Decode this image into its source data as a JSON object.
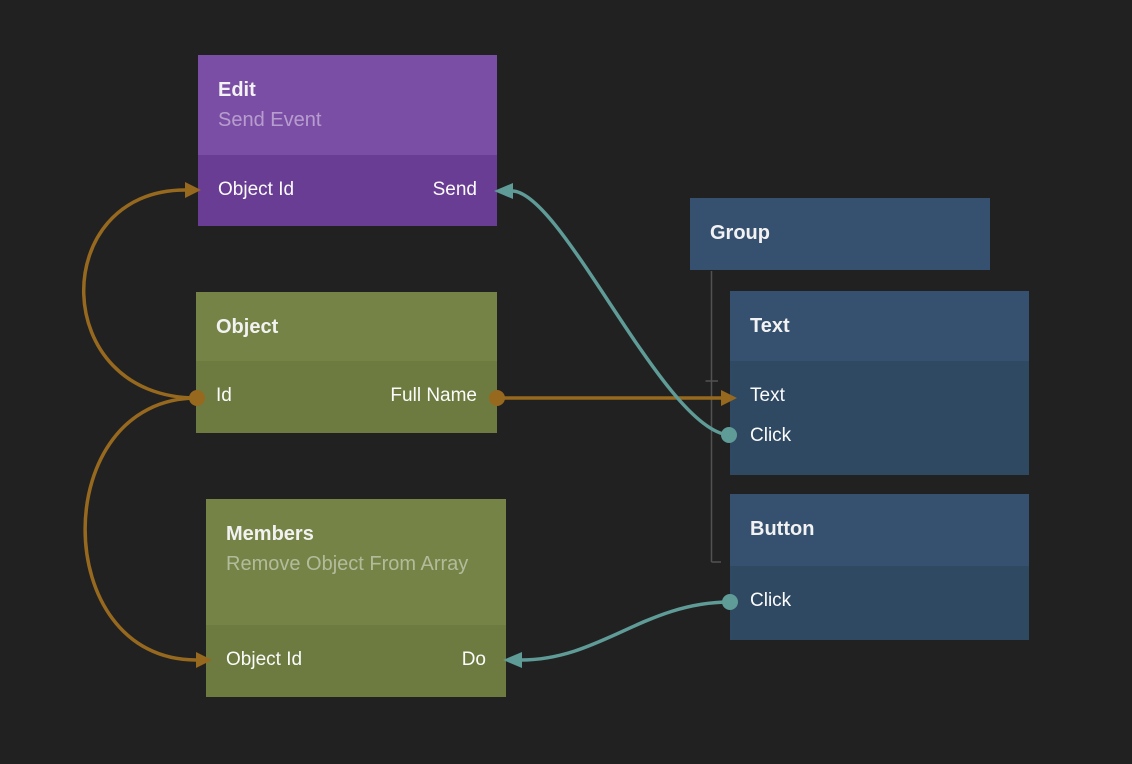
{
  "canvas": {
    "background": "#212121",
    "editor_kind": "node-graph"
  },
  "colors": {
    "background": "#212121",
    "orange_connection": "#97691f",
    "teal_connection": "#5f9b97",
    "hierarchy_line": "#525252",
    "purple_header": "#7b4ea6",
    "purple_body": "#693d94",
    "green_header": "#758347",
    "green_body": "#6d7b40",
    "blue_header": "#36506f",
    "blue_body": "#2f4963"
  },
  "nodes": {
    "edit": {
      "title": "Edit",
      "subtitle": "Send Event",
      "input": "Object Id",
      "output": "Send",
      "theme": "purple"
    },
    "object": {
      "title": "Object",
      "input": "Id",
      "output": "Full Name",
      "theme": "green"
    },
    "members": {
      "title": "Members",
      "subtitle": "Remove Object From Array",
      "input": "Object Id",
      "output": "Do",
      "theme": "green"
    },
    "group": {
      "title": "Group",
      "theme": "blue"
    },
    "text": {
      "title": "Text",
      "rows": [
        "Text",
        "Click"
      ],
      "theme": "blue"
    },
    "button": {
      "title": "Button",
      "rows": [
        "Click"
      ],
      "theme": "blue"
    }
  },
  "edges": [
    {
      "from": "Object.Id",
      "to": "Edit.Object Id",
      "color": "#97691f"
    },
    {
      "from": "Object.Id",
      "to": "Members.Object Id",
      "color": "#97691f"
    },
    {
      "from": "Object.Full Name",
      "to": "Text.Text",
      "color": "#97691f"
    },
    {
      "from": "Text.Click",
      "to": "Edit.Send",
      "color": "#5f9b97"
    },
    {
      "from": "Button.Click",
      "to": "Members.Do",
      "color": "#5f9b97"
    }
  ],
  "hierarchy": {
    "parent": "Group",
    "children": [
      "Text",
      "Button"
    ]
  }
}
